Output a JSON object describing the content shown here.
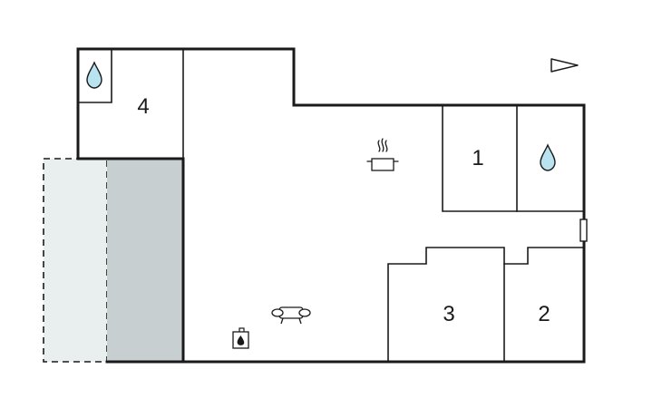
{
  "floorplan": {
    "rooms": [
      {
        "id": "room-1",
        "label": "1",
        "type": "bedroom"
      },
      {
        "id": "room-2",
        "label": "2",
        "type": "bedroom"
      },
      {
        "id": "room-3",
        "label": "3",
        "type": "bedroom"
      },
      {
        "id": "room-4",
        "label": "4",
        "type": "bedroom"
      }
    ],
    "icons": {
      "north_arrow": "north-arrow-icon",
      "bathroom_drop": "water-drop-icon",
      "kitchen": "cooking-pot-icon",
      "living": "sofa-icon",
      "fireplace": "fireplace-icon"
    },
    "colors": {
      "wall": "#1a1a1a",
      "terrace_covered": "#c8cfd1",
      "terrace_open": "#e9eeef",
      "drop_fill": "#b9e3ee",
      "background": "#ffffff"
    }
  }
}
